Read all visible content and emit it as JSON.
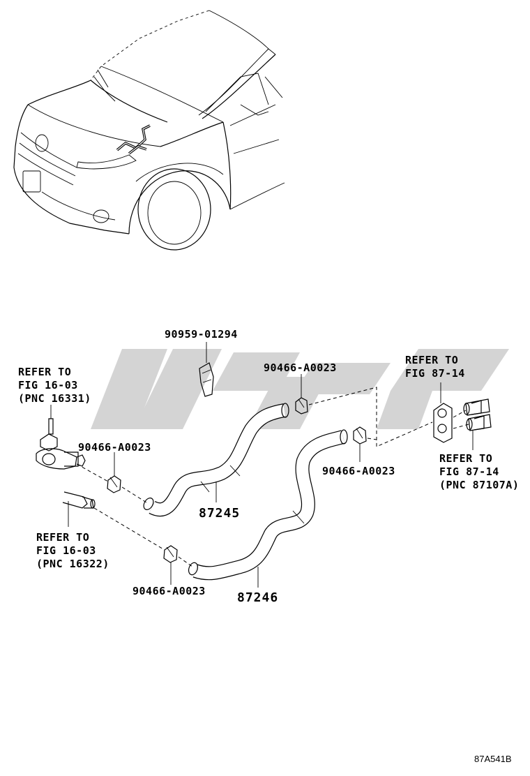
{
  "diagram_code": "87A541B",
  "parts": {
    "bracket": "90959-01294",
    "clamp_upper": "90466-A0023",
    "clamp_left": "90466-A0023",
    "clamp_right": "90466-A0023",
    "clamp_lower": "90466-A0023",
    "hose_upper": "87245",
    "hose_lower": "87246"
  },
  "references": {
    "left_upper": [
      "REFER TO",
      "FIG 16-03",
      "(PNC 16331)"
    ],
    "left_lower": [
      "REFER TO",
      "FIG 16-03",
      "(PNC 16322)"
    ],
    "right_upper": [
      "REFER TO",
      "FIG 87-14"
    ],
    "right_lower": [
      "REFER TO",
      "FIG 87-14",
      "(PNC 87107A)"
    ]
  }
}
